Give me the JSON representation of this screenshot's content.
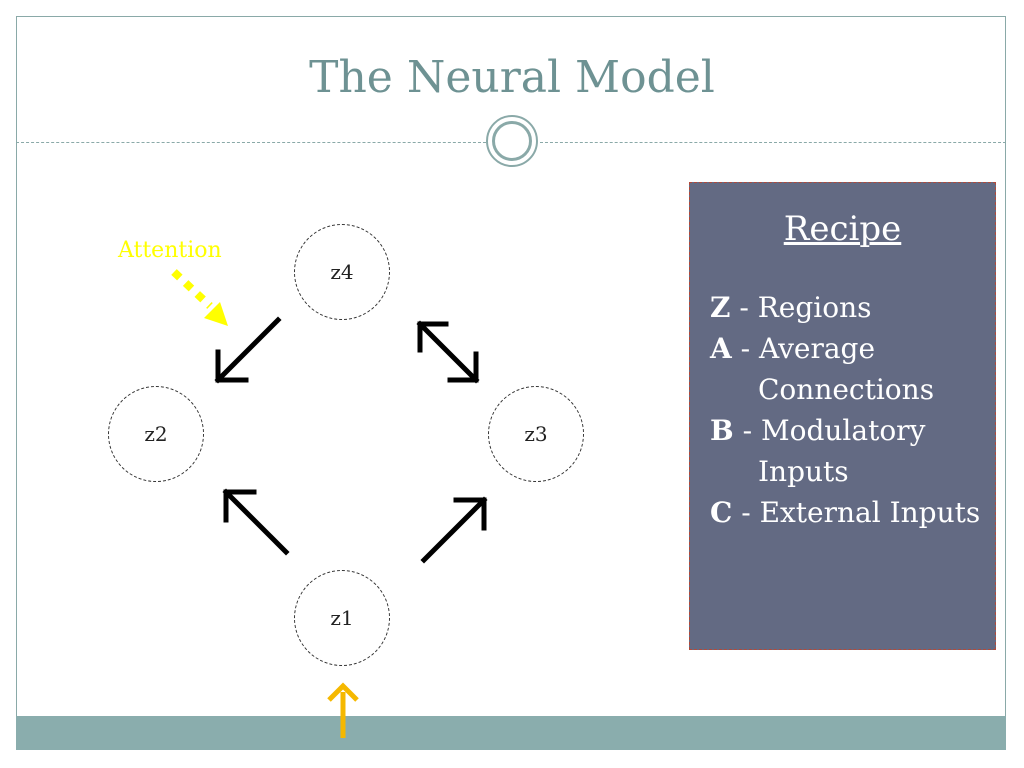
{
  "slide": {
    "title": "The Neural Model"
  },
  "diagram": {
    "nodes": {
      "z4": "z4",
      "z2": "z2",
      "z3": "z3",
      "z1": "z1"
    },
    "attention_label": "Attention",
    "colors": {
      "arrow": "#000000",
      "attention": "#ffff00",
      "external_input": "#f5b800"
    }
  },
  "recipe": {
    "title": "Recipe",
    "items": [
      {
        "key": "Z",
        "separator": " - ",
        "text": "Regions"
      },
      {
        "key": "A",
        "separator": " - ",
        "text": "Average Connections"
      },
      {
        "key": "B",
        "separator": " - ",
        "text": "Modulatory Inputs"
      },
      {
        "key": "C",
        "separator": " - ",
        "text": "External Inputs"
      }
    ]
  },
  "colors": {
    "title": "#6e9293",
    "accent": "#8aadad",
    "recipe_bg": "#636a83"
  }
}
